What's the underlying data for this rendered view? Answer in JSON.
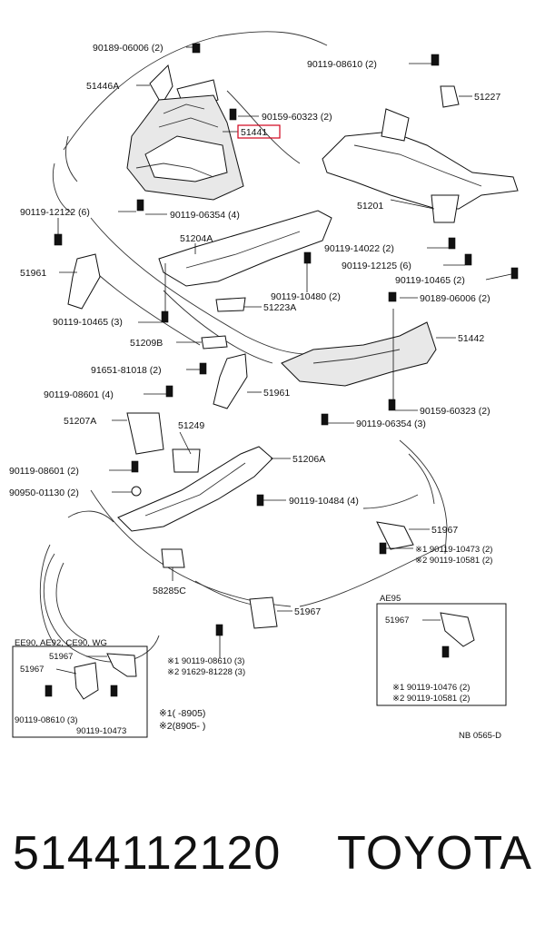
{
  "parts": {
    "p1": "90189-06006 (2)",
    "p2": "51446A",
    "p3": "90159-60323 (2)",
    "p4": "51441",
    "p5": "90119-12122 (6)",
    "p6": "90119-06354 (4)",
    "p7": "51204A",
    "p8": "51961",
    "p9": "90119-10480 (2)",
    "p10": "51223A",
    "p11": "90119-10465 (3)",
    "p12": "51209B",
    "p13": "91651-81018 (2)",
    "p14": "90119-08601 (4)",
    "p15": "51961",
    "p16": "51207A",
    "p17": "51249",
    "p18": "90119-08601 (2)",
    "p19": "51206A",
    "p20": "90950-01130 (2)",
    "p21": "90119-10484 (4)",
    "p22": "58285C",
    "p23": "51967",
    "p24": "90119-08610 (2)",
    "p25": "51227",
    "p26": "51201",
    "p27": "90119-14022 (2)",
    "p28": "90119-12125 (6)",
    "p29": "90119-10465 (2)",
    "p30": "90189-06006 (2)",
    "p31": "51442",
    "p32": "90159-60323 (2)",
    "p33": "90119-06354 (3)",
    "p34": "51967",
    "p35": "※1 90119-10473 (2)",
    "p36": "※2 90119-10581 (2)",
    "p37": "※1 90119-08610 (3)",
    "p38": "※2 91629-81228 (3)"
  },
  "inset_left": {
    "title": "EE90, AE92, CE90,  WG",
    "a": "51967",
    "b": "51967",
    "c": "90119-08610 (3)",
    "d": "90119-10473"
  },
  "inset_right": {
    "title": "AE95",
    "a": "51967",
    "b": "※1 90119-10476 (2)",
    "c": "※2 90119-10581 (2)"
  },
  "notes": {
    "n1": "※1(       -8905)",
    "n2": "※2(8905-        )"
  },
  "ref_code": "NB 0565-D",
  "footer": {
    "part_number": "5144112120",
    "brand": "TOYOTA"
  },
  "highlight_color": "#d0021b"
}
